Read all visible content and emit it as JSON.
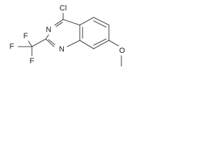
{
  "structure": {
    "atoms": {
      "cl": "Cl",
      "n3": "N",
      "n1": "N",
      "f_upper": "F",
      "f_left": "F",
      "f_lower": "F",
      "o": "O"
    },
    "colors": {
      "bond": "#4a4a4a",
      "text": "#222222",
      "background": "#ffffff"
    }
  }
}
